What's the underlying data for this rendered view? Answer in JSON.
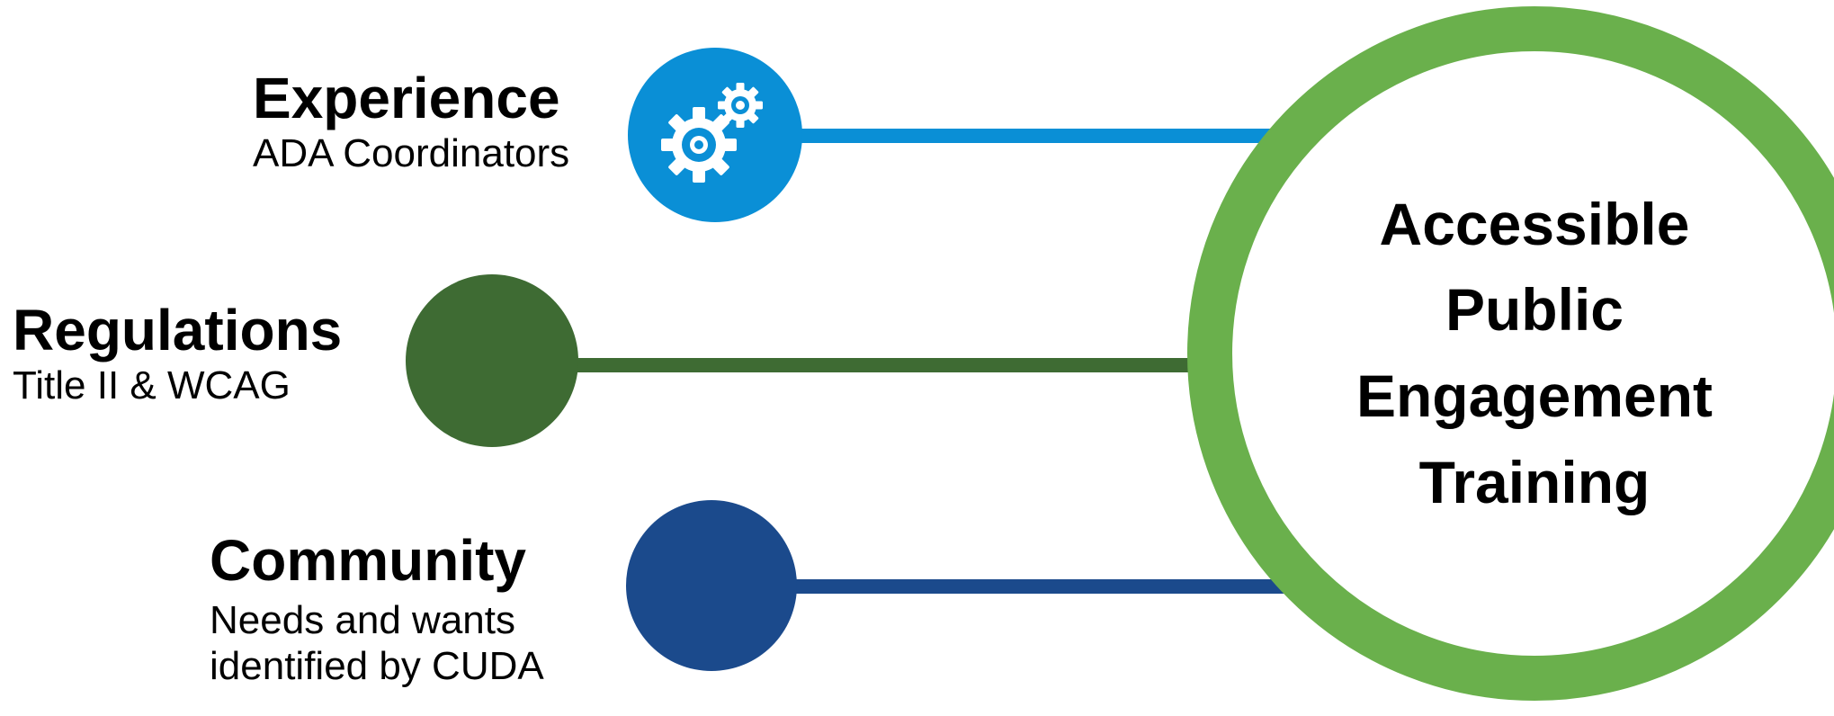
{
  "hub": {
    "title": "Accessible\nPublic\nEngagement\nTraining",
    "ring_color": "#6ab04c"
  },
  "inputs": [
    {
      "title": "Experience",
      "subtitle": "ADA Coordinators",
      "color": "#0a8fd6",
      "icon": "gears-icon"
    },
    {
      "title": "Regulations",
      "subtitle": "Title II & WCAG",
      "color": "#3e6b33",
      "icon": ""
    },
    {
      "title": "Community",
      "subtitle": "Needs and wants\nidentified by CUDA",
      "color": "#1b4a8c",
      "icon": ""
    }
  ]
}
